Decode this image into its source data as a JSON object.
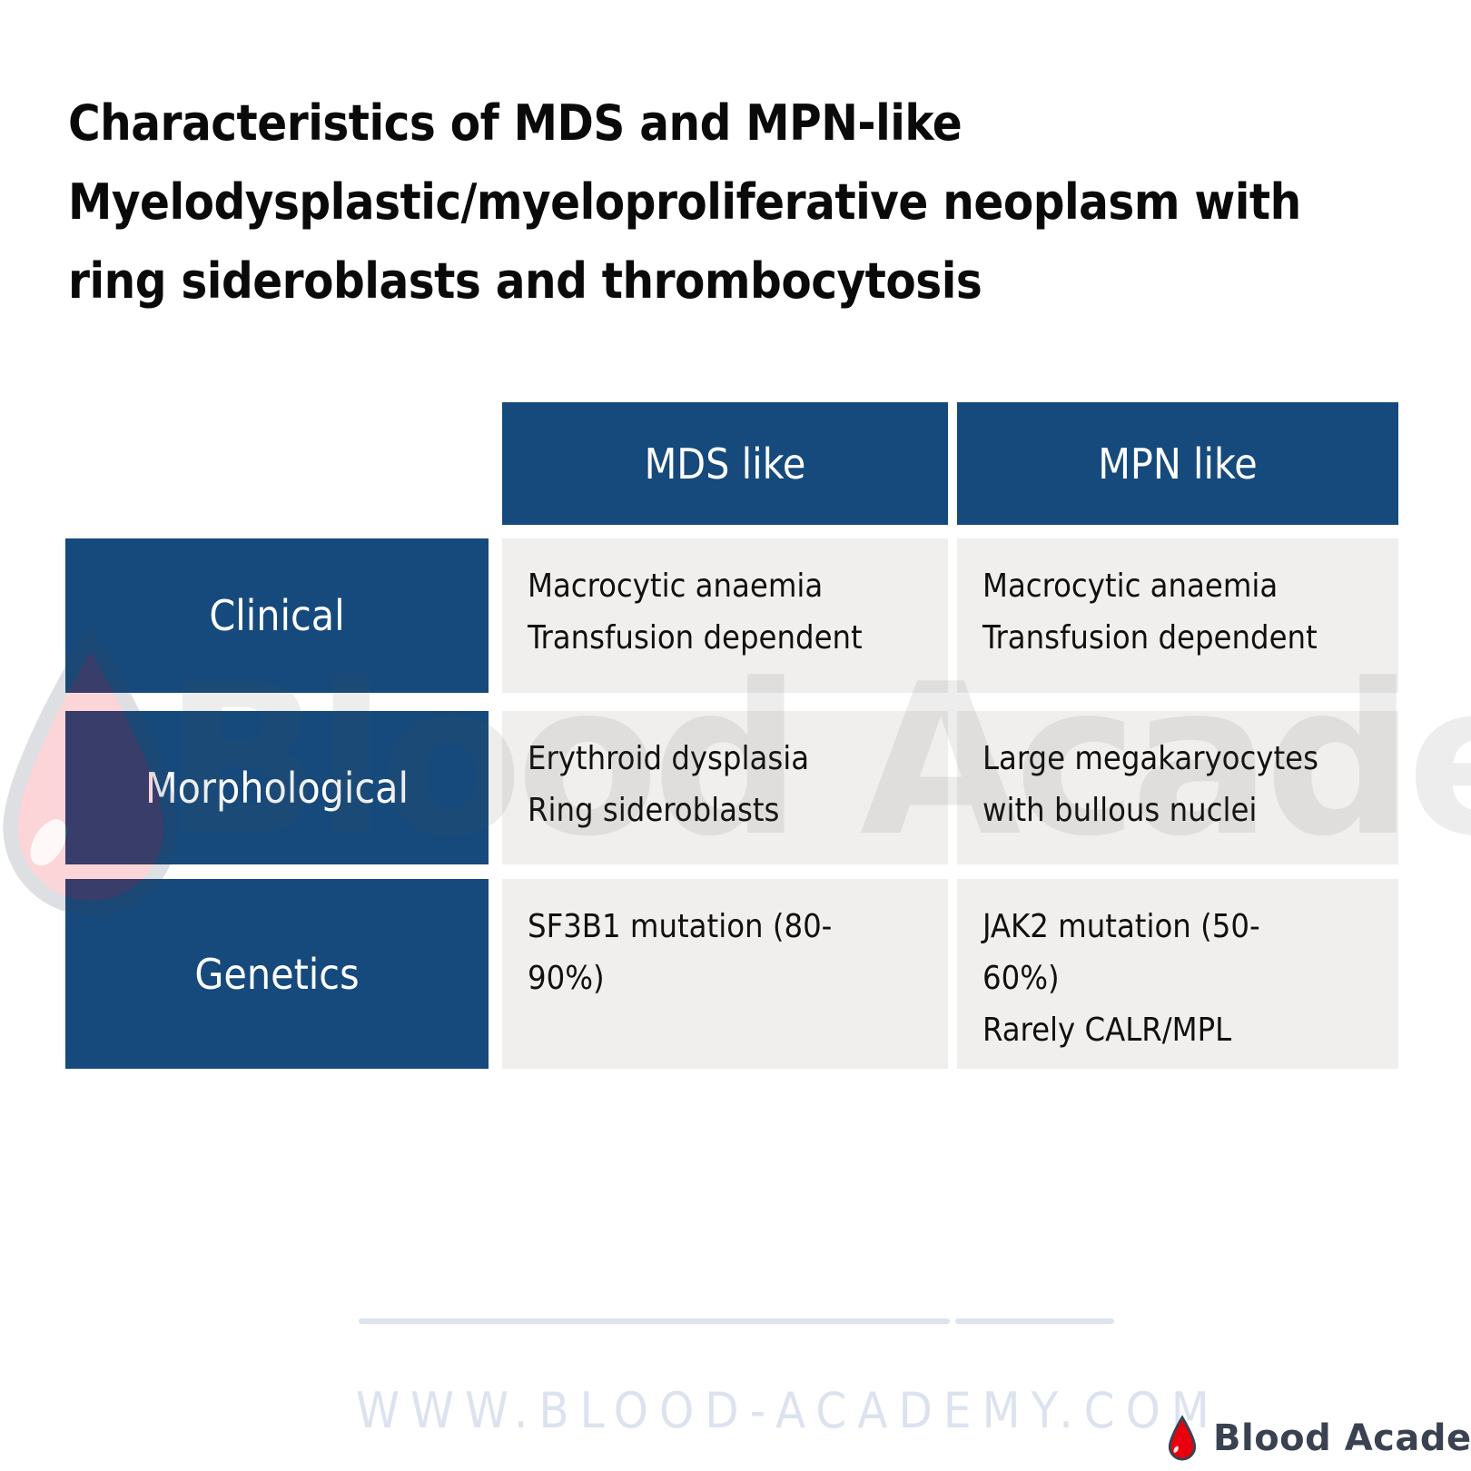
{
  "page": {
    "title_lines": [
      "Characteristics of MDS and MPN-like",
      "Myelodysplastic/myeloproliferative neoplasm with",
      "ring sideroblasts and thrombocytosis"
    ]
  },
  "table": {
    "column_headers": [
      {
        "id": "mds",
        "label": "MDS like"
      },
      {
        "id": "mpn",
        "label": "MPN like"
      }
    ],
    "rows": [
      {
        "label": "Clinical",
        "mds": "Macrocytic anaemia\nTransfusion dependent",
        "mpn": "Macrocytic anaemia\nTransfusion dependent"
      },
      {
        "label": "Morphological",
        "mds": "Erythroid dysplasia\nRing sideroblasts",
        "mpn": "Large megakaryocytes\nwith bullous nuclei"
      },
      {
        "label": "Genetics",
        "mds": "SF3B1 mutation (80-\n90%)",
        "mpn": "JAK2 mutation (50-\n60%)\nRarely CALR/MPL"
      }
    ]
  },
  "watermark": {
    "text": "Blood Academy"
  },
  "footer": {
    "url": "WWW.BLOOD-ACADEMY.COM",
    "brand": "Blood Academy"
  },
  "colors": {
    "primary_blue": "#164A7C",
    "cell_gray": "#F0EFED",
    "footer_gray": "#DCE3EF",
    "logo_text": "#3A4252",
    "drop_red": "#E8000D"
  }
}
